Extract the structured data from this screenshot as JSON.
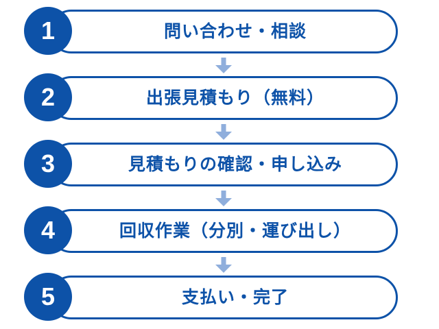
{
  "diagram": {
    "type": "vertical-flowchart",
    "title": "",
    "colors": {
      "badge_fill": "#0D52A8",
      "badge_text": "#FFFFFF",
      "pill_border": "#0D52A8",
      "pill_fill": "#FFFFFF",
      "step_text": "#0D52A8",
      "arrow": "#8FAEDC",
      "background": "#FFFFFF"
    },
    "steps": [
      {
        "number": "1",
        "label": "問い合わせ・相談"
      },
      {
        "number": "2",
        "label": "出張見積もり（無料）"
      },
      {
        "number": "3",
        "label": "見積もりの確認・申し込み"
      },
      {
        "number": "4",
        "label": "回収作業（分別・運び出し）"
      },
      {
        "number": "5",
        "label": "支払い・完了"
      }
    ],
    "connectors": [
      {
        "icon": "arrow-down-icon"
      },
      {
        "icon": "arrow-down-icon"
      },
      {
        "icon": "arrow-down-icon"
      },
      {
        "icon": "arrow-down-icon"
      }
    ]
  }
}
